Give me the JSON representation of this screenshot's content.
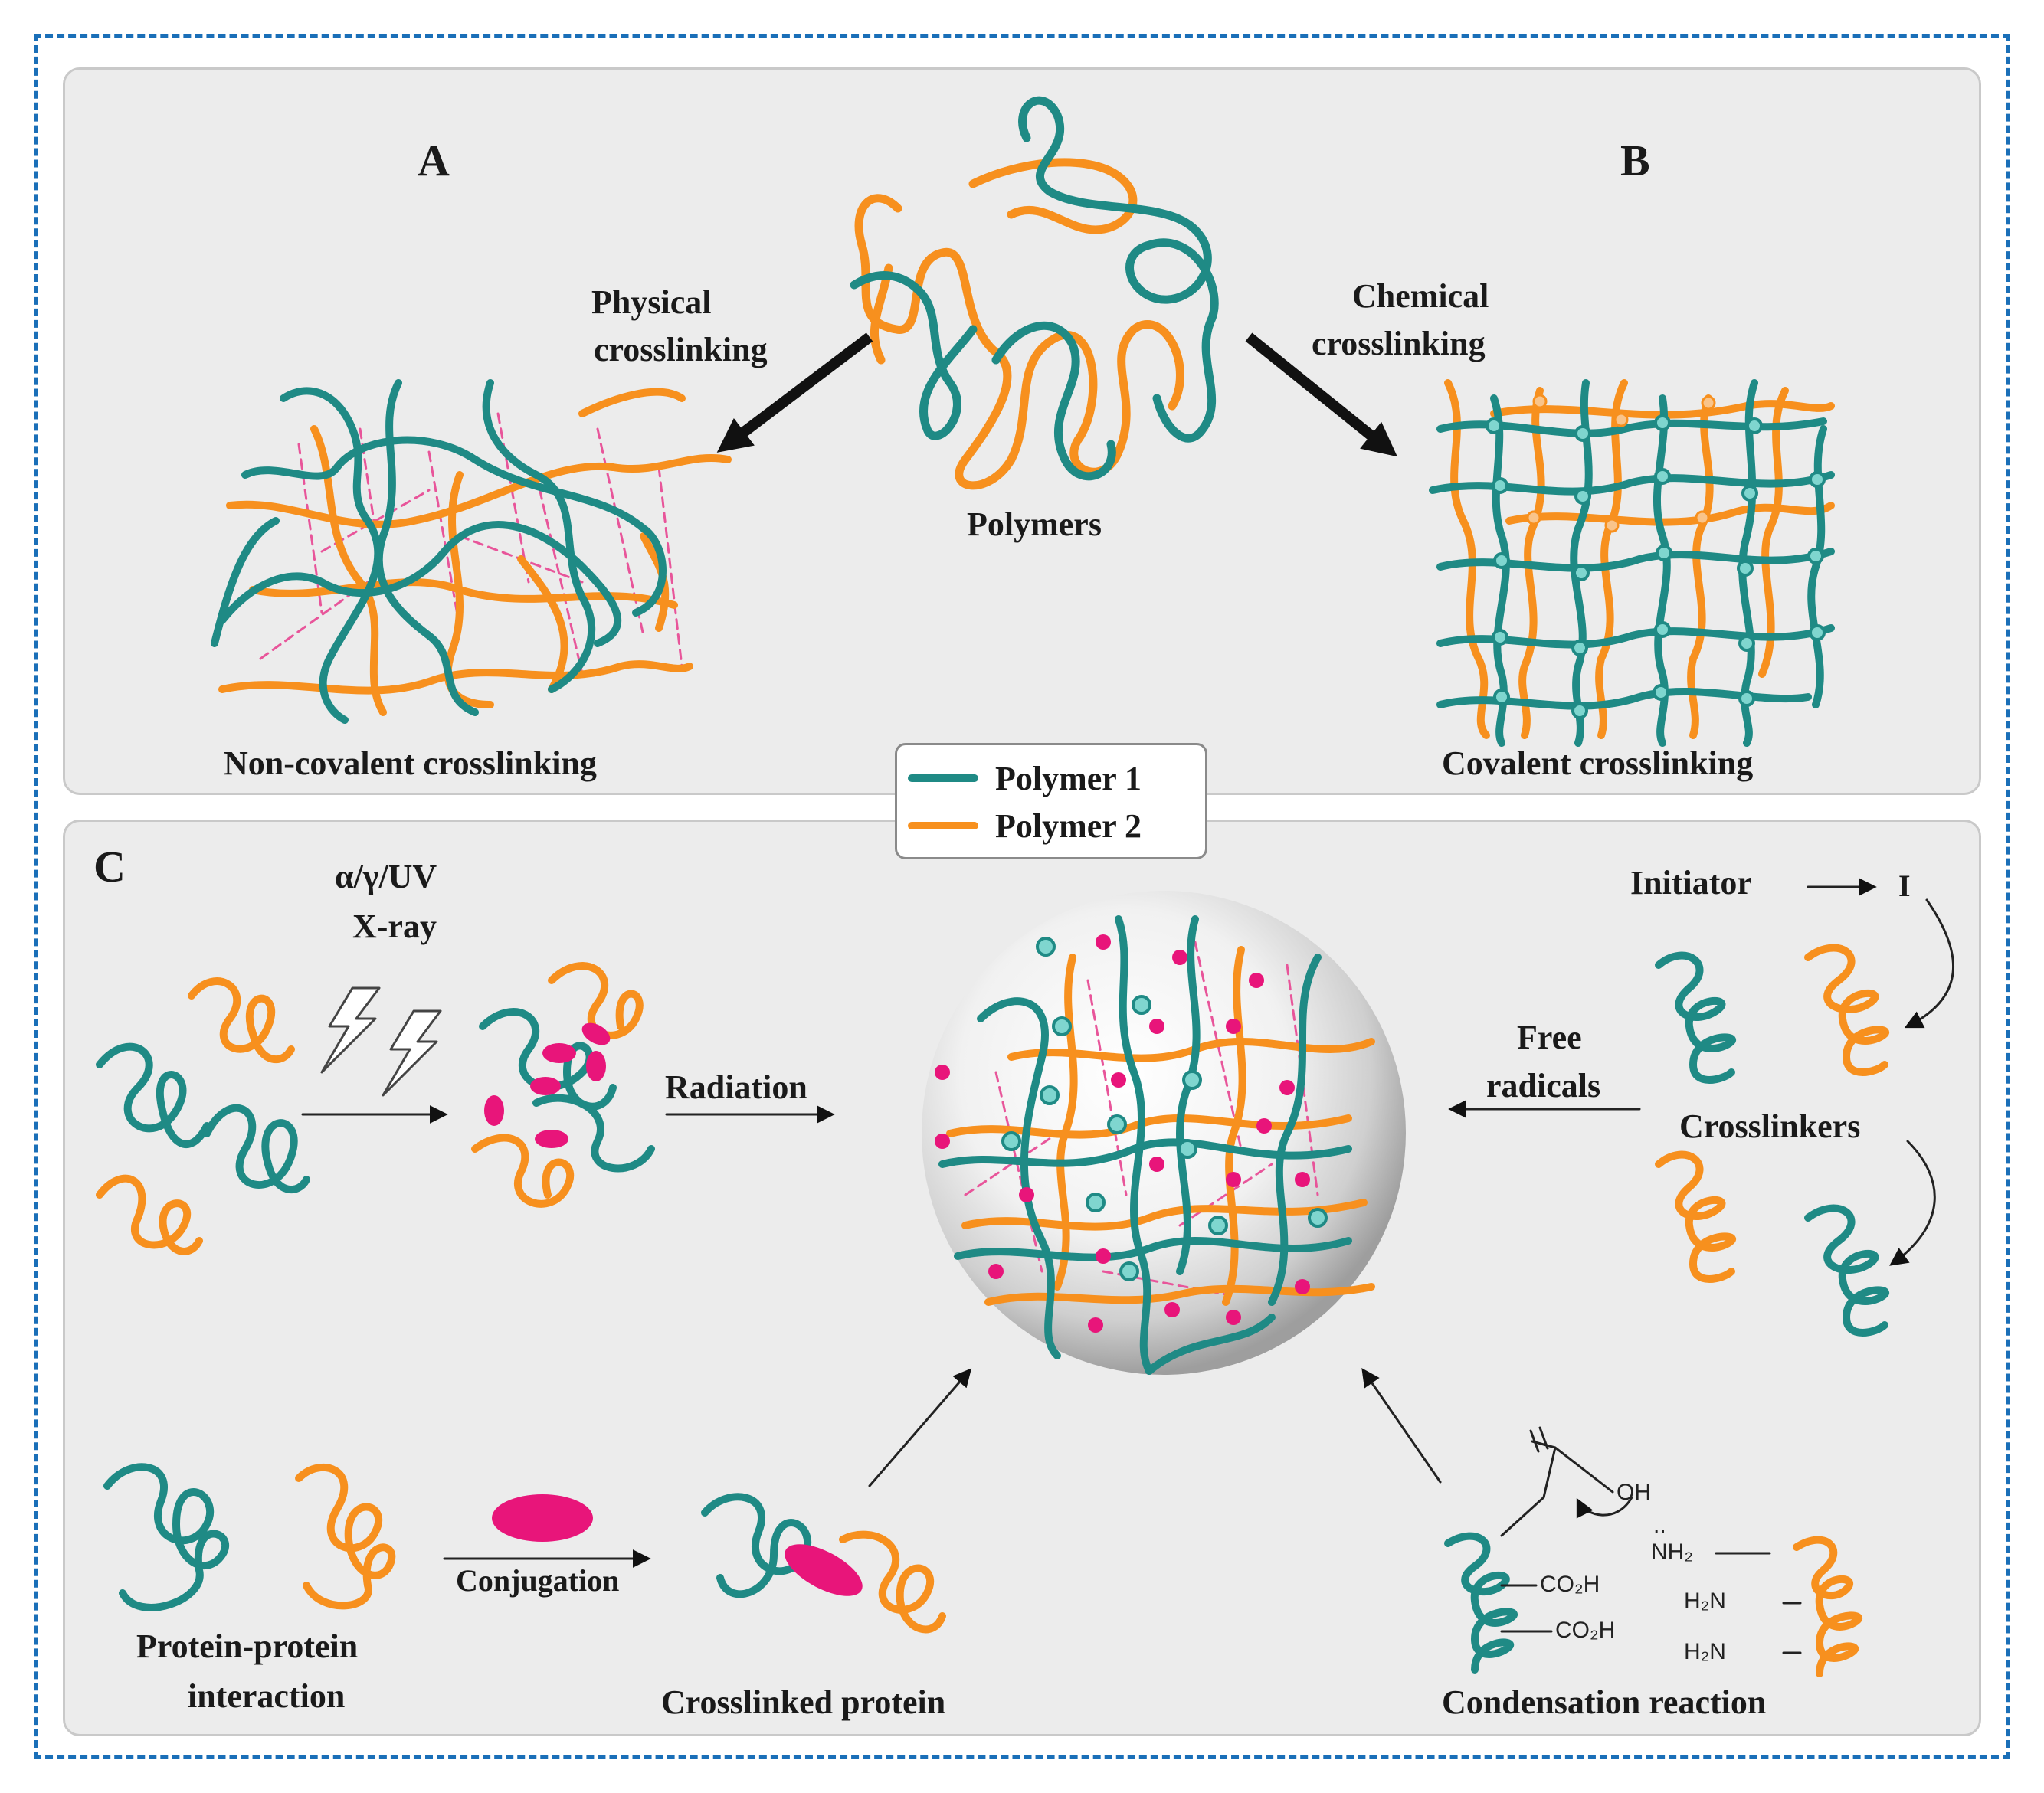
{
  "colors": {
    "polymer1": "#1f8a85",
    "polymer2": "#f7901e",
    "crosslink_dash": "#e8559a",
    "magenta": "#e8157a",
    "node": "#7fd6cf",
    "frame": "#1a6fb8",
    "panel": "#ececec"
  },
  "panel_top": {
    "label_a": "A",
    "label_b": "B",
    "physical": "Physical crosslinking",
    "physical_line1": "Physical",
    "physical_line2": "crosslinking",
    "chemical_line1": "Chemical",
    "chemical_line2": "crosslinking",
    "polymers": "Polymers",
    "noncovalent": "Non-covalent crosslinking",
    "covalent": "Covalent crosslinking"
  },
  "legend": {
    "polymer1": "Polymer 1",
    "polymer2": "Polymer 2"
  },
  "panel_bottom": {
    "label_c": "C",
    "radiation_types_line1": "α/γ/UV",
    "radiation_types_line2": "X-ray",
    "radiation": "Radiation",
    "initiator": "Initiator",
    "initiator_product": "I",
    "free_line1": "Free",
    "free_line2": "radicals",
    "crosslinkers": "Crosslinkers",
    "conjugation": "Conjugation",
    "ppi_line1": "Protein-protein",
    "ppi_line2": "interaction",
    "crosslinked_protein": "Crosslinked protein",
    "condensation": "Condensation reaction",
    "chem_oh": "OH",
    "chem_nh2_dots": "..",
    "chem_nh2": "NH₂",
    "chem_co2h_1": "CO₂H",
    "chem_co2h_2": "CO₂H",
    "chem_h2n_1": "H₂N",
    "chem_h2n_2": "H₂N"
  }
}
